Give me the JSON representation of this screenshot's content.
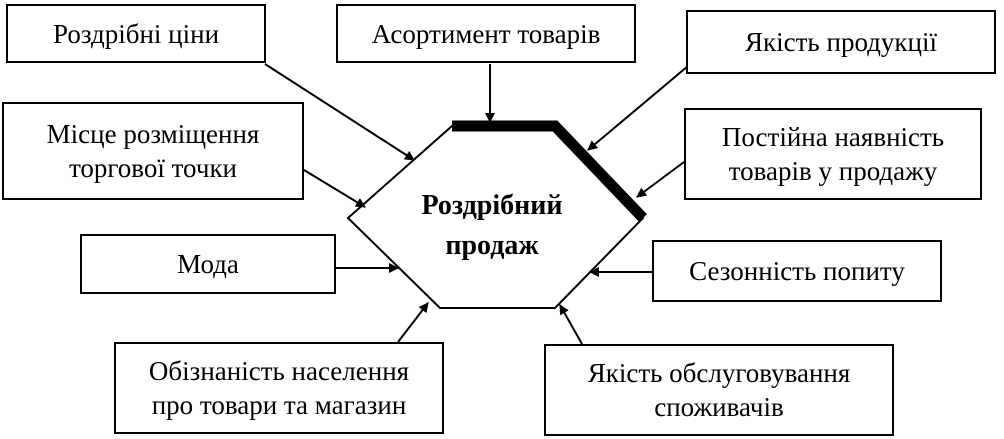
{
  "center": {
    "line1": "Роздрібний",
    "line2": "продаж"
  },
  "factors": {
    "retail_prices": {
      "line1": "Роздрібні ціни"
    },
    "assortment": {
      "line1": "Асортимент товарів"
    },
    "product_quality": {
      "line1": "Якість продукції"
    },
    "location": {
      "line1": "Місце розміщення",
      "line2": "торгової точки"
    },
    "availability": {
      "line1": "Постійна наявність",
      "line2": "товарів у продажу"
    },
    "fashion": {
      "line1": "Мода"
    },
    "seasonality": {
      "line1": "Сезонність попиту"
    },
    "awareness": {
      "line1": "Обізнаність населення",
      "line2": "про товари та магазин"
    },
    "service_quality": {
      "line1": "Якість обслуговування",
      "line2": "споживачів"
    }
  },
  "colors": {
    "line": "#000000",
    "background": "#ffffff"
  }
}
